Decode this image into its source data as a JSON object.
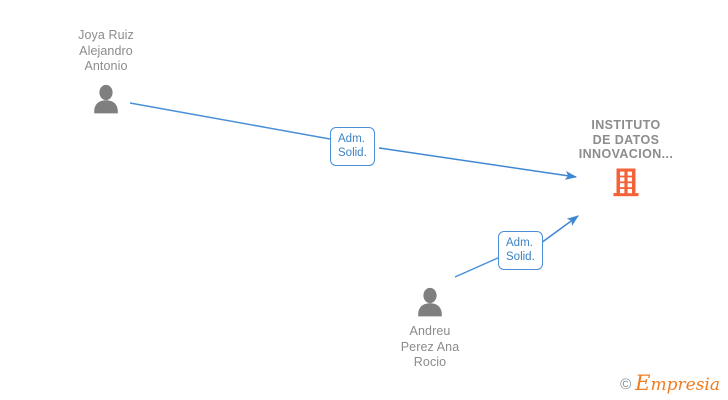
{
  "graph": {
    "background_color": "#ffffff",
    "edge_color": "#4a8fd8",
    "person_color": "#7f7f7f",
    "company_color": "#f4623a",
    "text_color": "#8c8c8c"
  },
  "nodes": {
    "person_top": {
      "name": "Joya Ruiz\nAlejandro\nAntonio",
      "icon": "person-icon",
      "type": "person"
    },
    "person_bottom": {
      "name": "Andreu\nPerez Ana\nRocio",
      "icon": "person-icon",
      "type": "person"
    },
    "company": {
      "name": "INSTITUTO\nDE DATOS\nINNOVACION...",
      "icon": "building-icon",
      "type": "company"
    }
  },
  "edges": [
    {
      "id": "edge-top",
      "from": "person_top",
      "to": "company",
      "label": "Adm.\nSolid."
    },
    {
      "id": "edge-bottom",
      "from": "person_bottom",
      "to": "company",
      "label": "Adm.\nSolid."
    }
  ],
  "watermark": {
    "copyright": "©",
    "brand_initial": "E",
    "brand_rest": "mpresia"
  }
}
